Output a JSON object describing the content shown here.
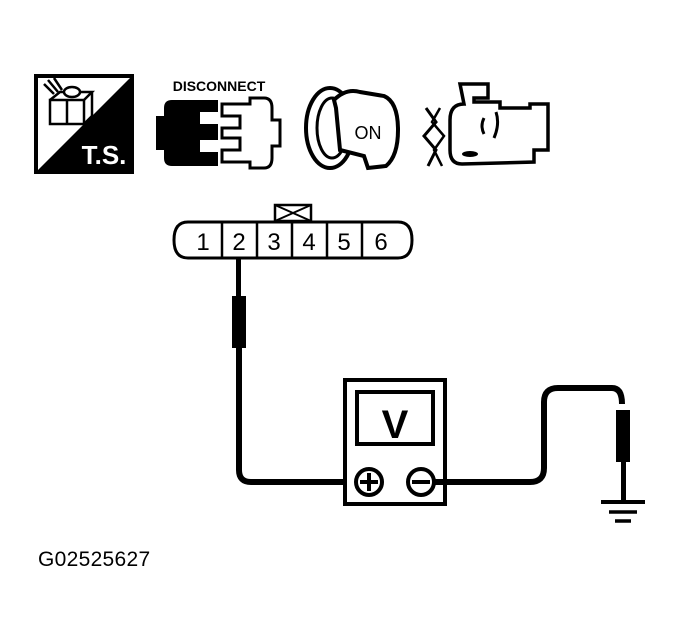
{
  "diagram": {
    "figure_id": "G02525627",
    "colors": {
      "ink": "#000000",
      "paper": "#ffffff"
    },
    "header_icons": [
      {
        "name": "ts-icon",
        "label": "T.S."
      },
      {
        "name": "disconnect-icon",
        "label": "DISCONNECT"
      },
      {
        "name": "ignition-key-icon",
        "label": "ON"
      },
      {
        "name": "engine-stopped-icon",
        "label": ""
      }
    ],
    "connector": {
      "pins": [
        "1",
        "2",
        "3",
        "4",
        "5",
        "6"
      ],
      "probed_pin": "2",
      "lock_mark": "X"
    },
    "voltmeter": {
      "display": "V",
      "positive_terminal": "+",
      "negative_terminal": "−"
    },
    "ground": {
      "symbol": "ground"
    }
  }
}
